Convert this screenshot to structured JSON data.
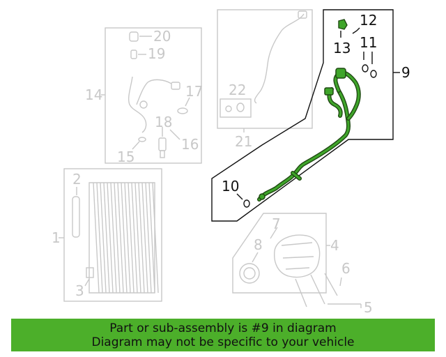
{
  "diagram": {
    "callouts": {
      "c1": "1",
      "c2": "2",
      "c3": "3",
      "c4": "4",
      "c5": "5",
      "c6": "6",
      "c7": "7",
      "c8": "8",
      "c9": "9",
      "c10": "10",
      "c11": "11",
      "c12": "12",
      "c13": "13",
      "c14": "14",
      "c15": "15",
      "c16": "16",
      "c17": "17",
      "c18": "18",
      "c19": "19",
      "c20": "20",
      "c21": "21",
      "c22": "22"
    },
    "highlight_color": "#3fa52a"
  },
  "banner": {
    "line1": "Part or sub-assembly is #9 in diagram",
    "line2": "Diagram may not be specific to your vehicle",
    "background": "#4caf2a"
  }
}
